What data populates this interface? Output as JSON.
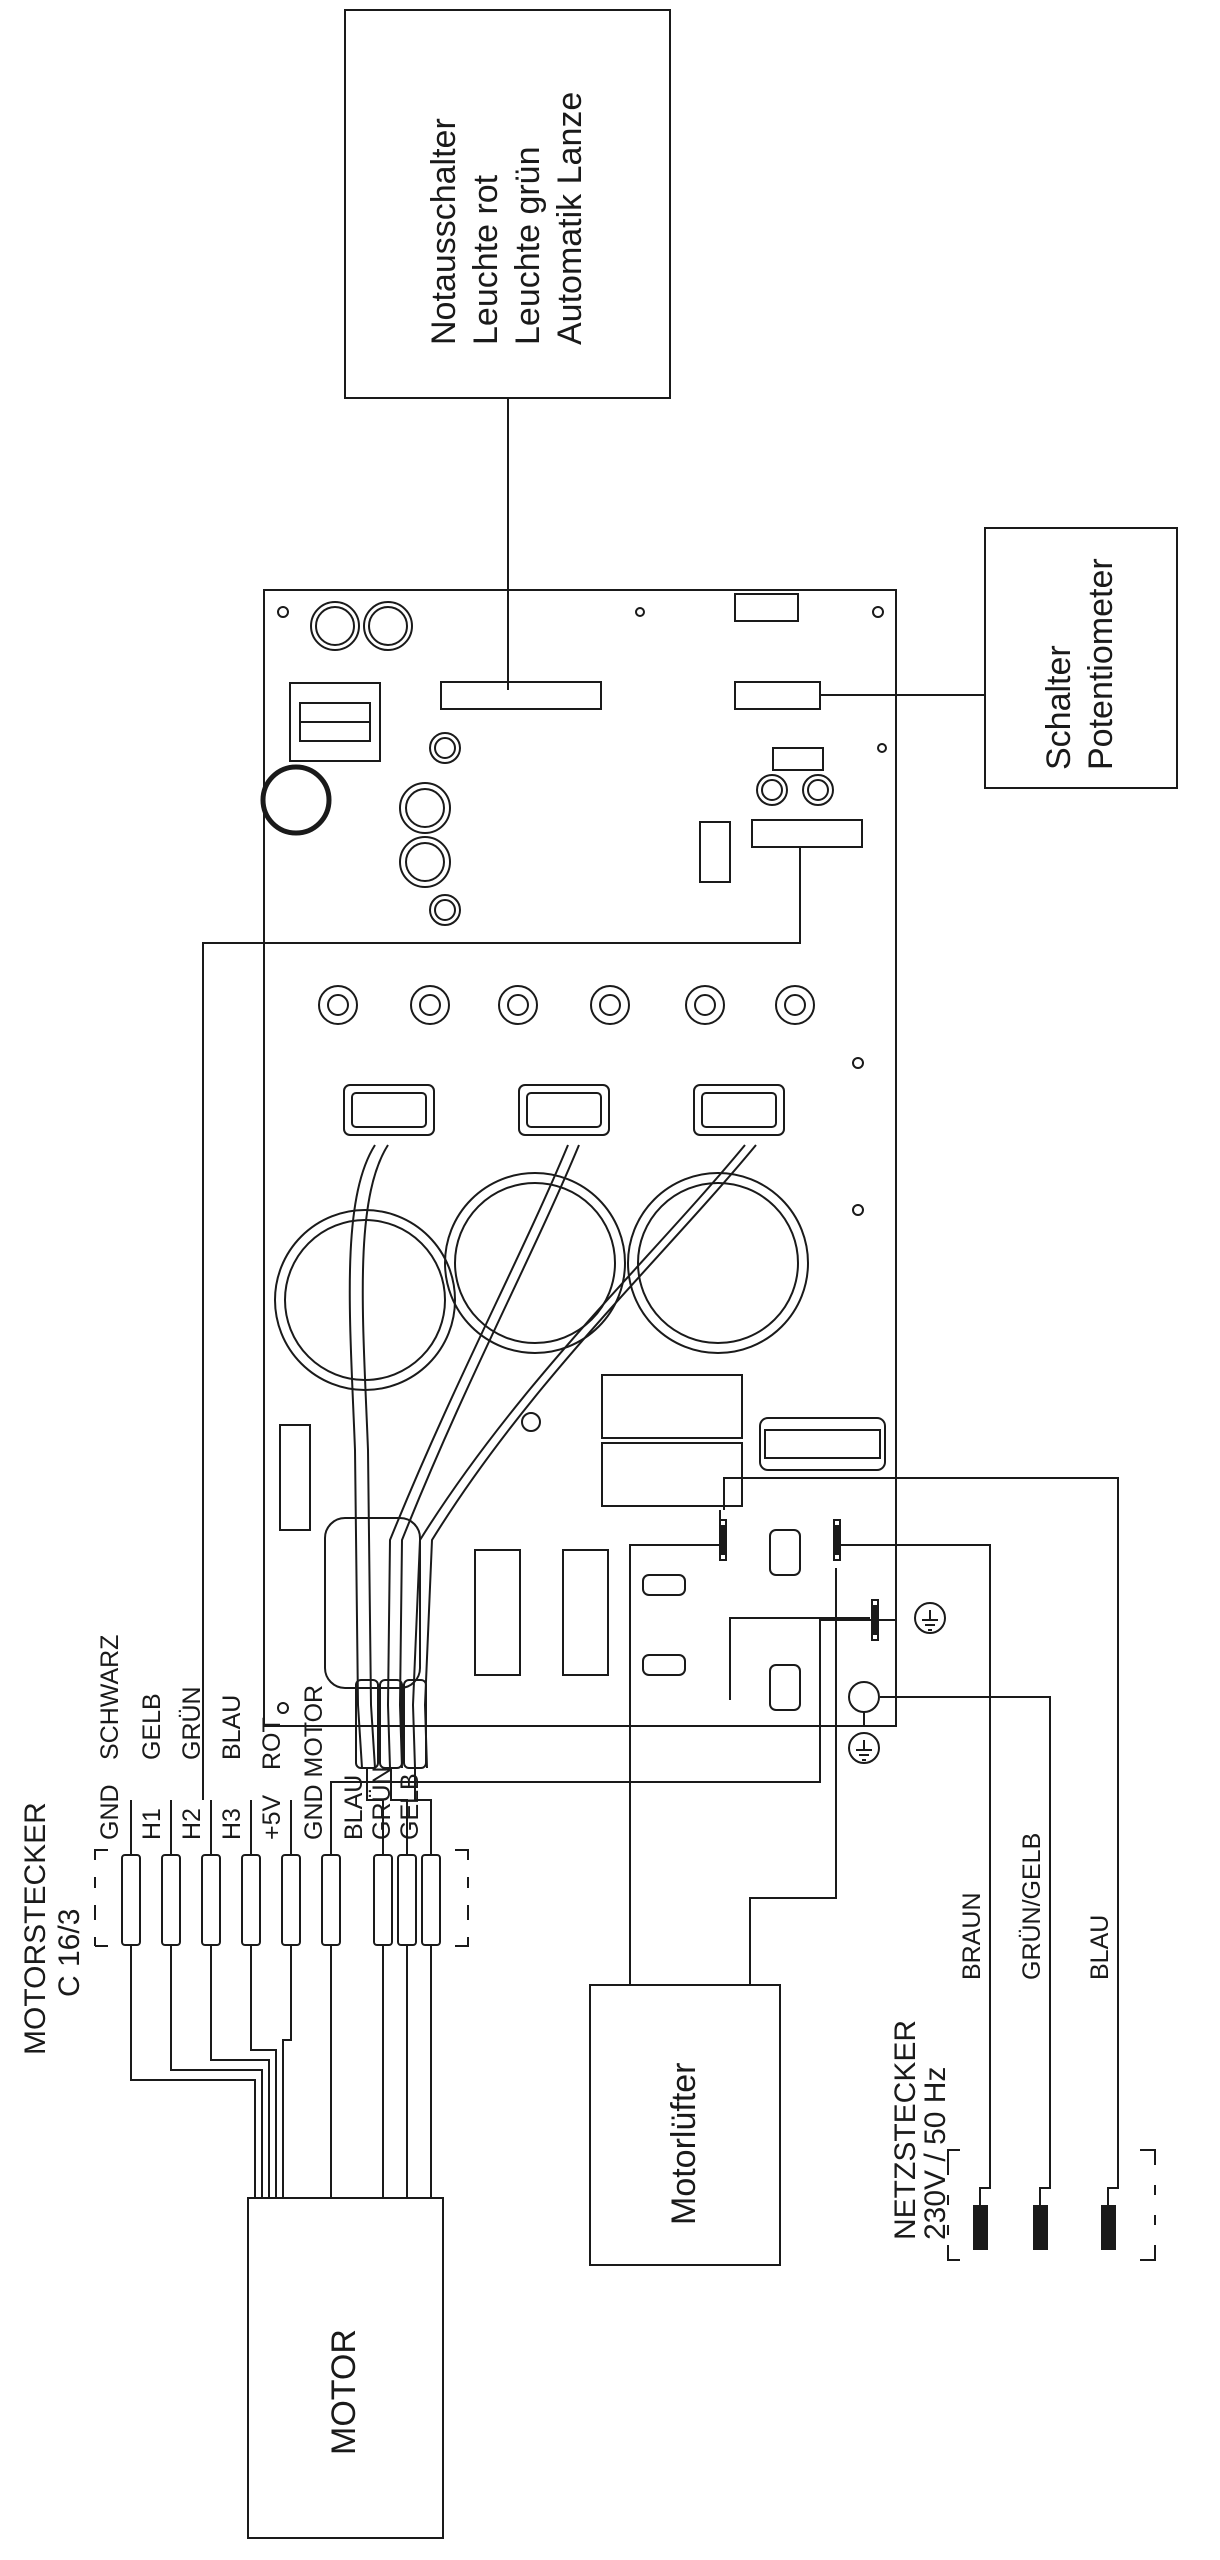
{
  "boxes": {
    "switches": [
      "Notausschalter",
      "Leuchte rot",
      "Leuchte grün",
      "Automatik Lanze"
    ],
    "controls": [
      "Schalter",
      "Potentiometer"
    ],
    "fan": "Motorlüfter",
    "motor": "MOTOR"
  },
  "motor_connector": {
    "title": [
      "MOTORSTECKER",
      "C 16/3"
    ],
    "pins": [
      [
        "GND",
        "SCHWARZ"
      ],
      [
        "H1",
        "GELB"
      ],
      [
        "H2",
        "GRÜN"
      ],
      [
        "H3",
        "BLAU"
      ],
      [
        "+5V",
        "ROT"
      ],
      [
        "GND MOTOR",
        ""
      ],
      [
        "BLAU",
        ""
      ],
      [
        "GRÜN",
        ""
      ],
      [
        "GELB",
        ""
      ]
    ]
  },
  "mains_connector": {
    "title": [
      "NETZSTECKER",
      "230V / 50 Hz"
    ],
    "wires": [
      "BRAUN",
      "GRÜN/GELB",
      "BLAU"
    ]
  },
  "colors": {
    "line": "#1a1a1a",
    "background": "#ffffff"
  },
  "icons": [
    "ground-symbol-icon"
  ]
}
